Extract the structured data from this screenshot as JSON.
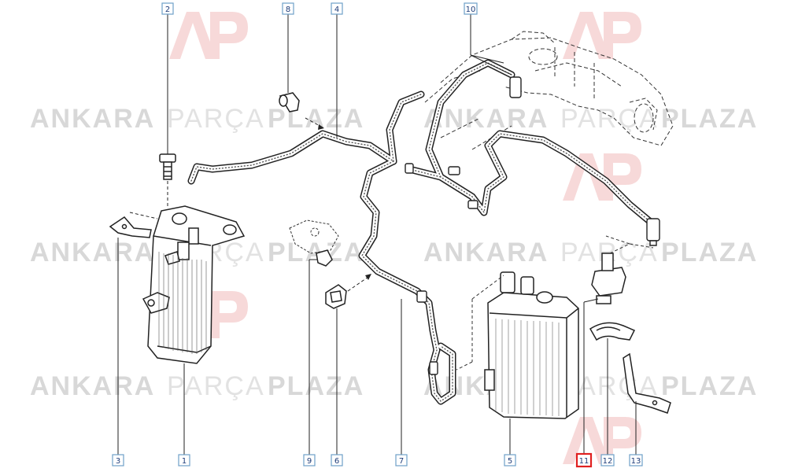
{
  "watermark": {
    "word1": "ANKARA",
    "word2": "PARÇA",
    "word3": "PLAZA",
    "logo_letters": "AP",
    "color_logo": "#f2c4c4",
    "color_text": "#d8d8d8"
  },
  "callouts": [
    {
      "id": "c1",
      "label": "1"
    },
    {
      "id": "c2",
      "label": "2"
    },
    {
      "id": "c3",
      "label": "3"
    },
    {
      "id": "c4",
      "label": "4"
    },
    {
      "id": "c5",
      "label": "5"
    },
    {
      "id": "c6",
      "label": "6"
    },
    {
      "id": "c7",
      "label": "7"
    },
    {
      "id": "c8",
      "label": "8"
    },
    {
      "id": "c9",
      "label": "9"
    },
    {
      "id": "c10",
      "label": "10"
    },
    {
      "id": "c11",
      "label": "11"
    },
    {
      "id": "c12",
      "label": "12"
    },
    {
      "id": "c13",
      "label": "13"
    }
  ],
  "highlighted_callout": "11",
  "colors": {
    "callout_box": "#6fa0c8",
    "callout_text": "#1f3d7a",
    "highlight_box": "#e02020",
    "line": "#222222"
  }
}
